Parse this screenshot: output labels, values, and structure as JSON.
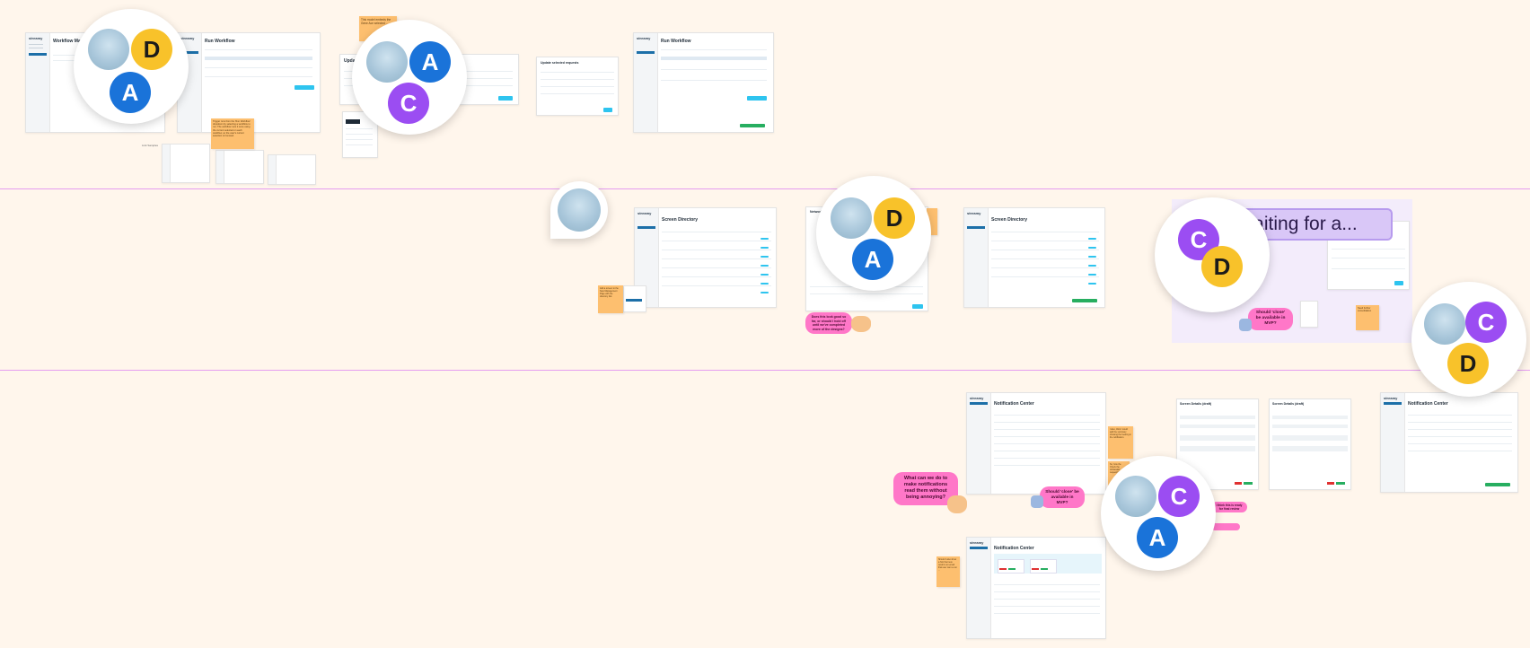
{
  "canvas": {
    "background": "#fff6ec",
    "section_line_color": "#e59df0"
  },
  "app_logo": "streamy",
  "frames": {
    "workflow_title_a": "Workflow Management",
    "workflow_title_b": "Run Workflow",
    "workflow_title_c": "Run Workflow",
    "update_dialog_a": "Update selected ...",
    "update_dialog_b": "Update selected requests",
    "screen_directory_title_a": "Screen Directory",
    "screen_directory_title_b": "Screen Directory",
    "notification_center_a": "Notification Center",
    "notification_center_b": "Notification Center",
    "notification_center_c": "Notification Center",
    "screen_details_a": "Screen Details (draft)",
    "screen_details_b": "Screen Details (draft)",
    "network_title": "Network ..."
  },
  "stickies": {
    "top_middle": "This model embeds the Gene Ace selected ...",
    "top_left_note": "Trigger runs from the 'Run Workflow' dropdown by selecting a workflow to run. The workflow runs it once using the current selected on each workflow, so the user's current selection is honored.",
    "link_samples": "Link Samples",
    "mid_left": "Add a screen to the New Management Page with the directory link",
    "right_mid": "Need further consolidation",
    "bottom_mid_a": "I also, think I could add the summary showing the hearing in the notification.",
    "bottom_mid_b": "So, how the Check the wholesaler request?",
    "bottom_left": "Should I also show a hint that new result is an email that user can re-run ..."
  },
  "cursors": {
    "c1": "Does this look good so far, or should I hold off until we've completed more of the designs?",
    "c2": "Should 'close' be available in MVP?",
    "c3": "What can we do to make notifications read them without being annoying?",
    "c4": "Should 'close' be available in MVP?",
    "c5": "I think this is ready for final review"
  },
  "banner_text": "waiting for a...",
  "avatars": {
    "cluster1": [
      "D",
      "A"
    ],
    "cluster2": [
      "A",
      "C"
    ],
    "cluster3": [
      "D",
      "A"
    ],
    "cluster4": [
      "C",
      "D"
    ],
    "cluster5": [
      "C",
      "D"
    ],
    "cluster6": [
      "C",
      "A"
    ]
  },
  "colors": {
    "avatar_a": "#1a73d9",
    "avatar_c": "#9b4df2",
    "avatar_d": "#f8c22a",
    "sticky": "#fdbf6f",
    "cursor": "#ff77c8",
    "accent": "#2ec4ef"
  }
}
